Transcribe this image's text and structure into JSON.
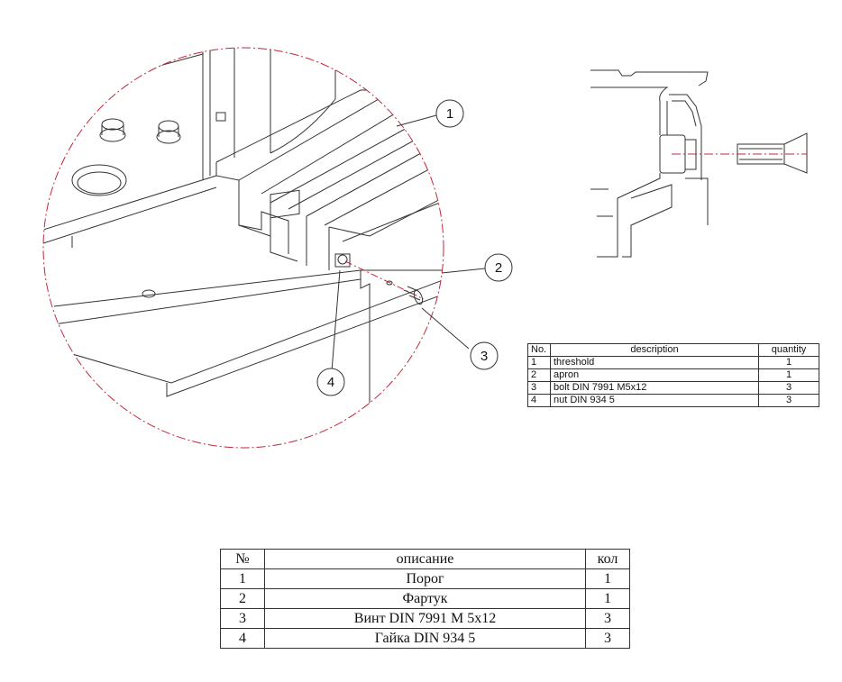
{
  "callouts": [
    "1",
    "2",
    "3",
    "4"
  ],
  "colors": {
    "line": "#333333",
    "centerline": "#c0283a"
  },
  "table_en": {
    "headers": [
      "No.",
      "description",
      "quantity"
    ],
    "rows": [
      [
        "1",
        "threshold",
        "1"
      ],
      [
        "2",
        "apron",
        "1"
      ],
      [
        "3",
        "bolt DIN 7991 M5x12",
        "3"
      ],
      [
        "4",
        "nut DIN 934 5",
        "3"
      ]
    ]
  },
  "table_ru": {
    "headers": [
      "№",
      "описание",
      "кол"
    ],
    "rows": [
      [
        "1",
        "Порог",
        "1"
      ],
      [
        "2",
        "Фартук",
        "1"
      ],
      [
        "3",
        "Винт DIN 7991 M 5x12",
        "3"
      ],
      [
        "4",
        "Гайка DIN 934 5",
        "3"
      ]
    ]
  }
}
